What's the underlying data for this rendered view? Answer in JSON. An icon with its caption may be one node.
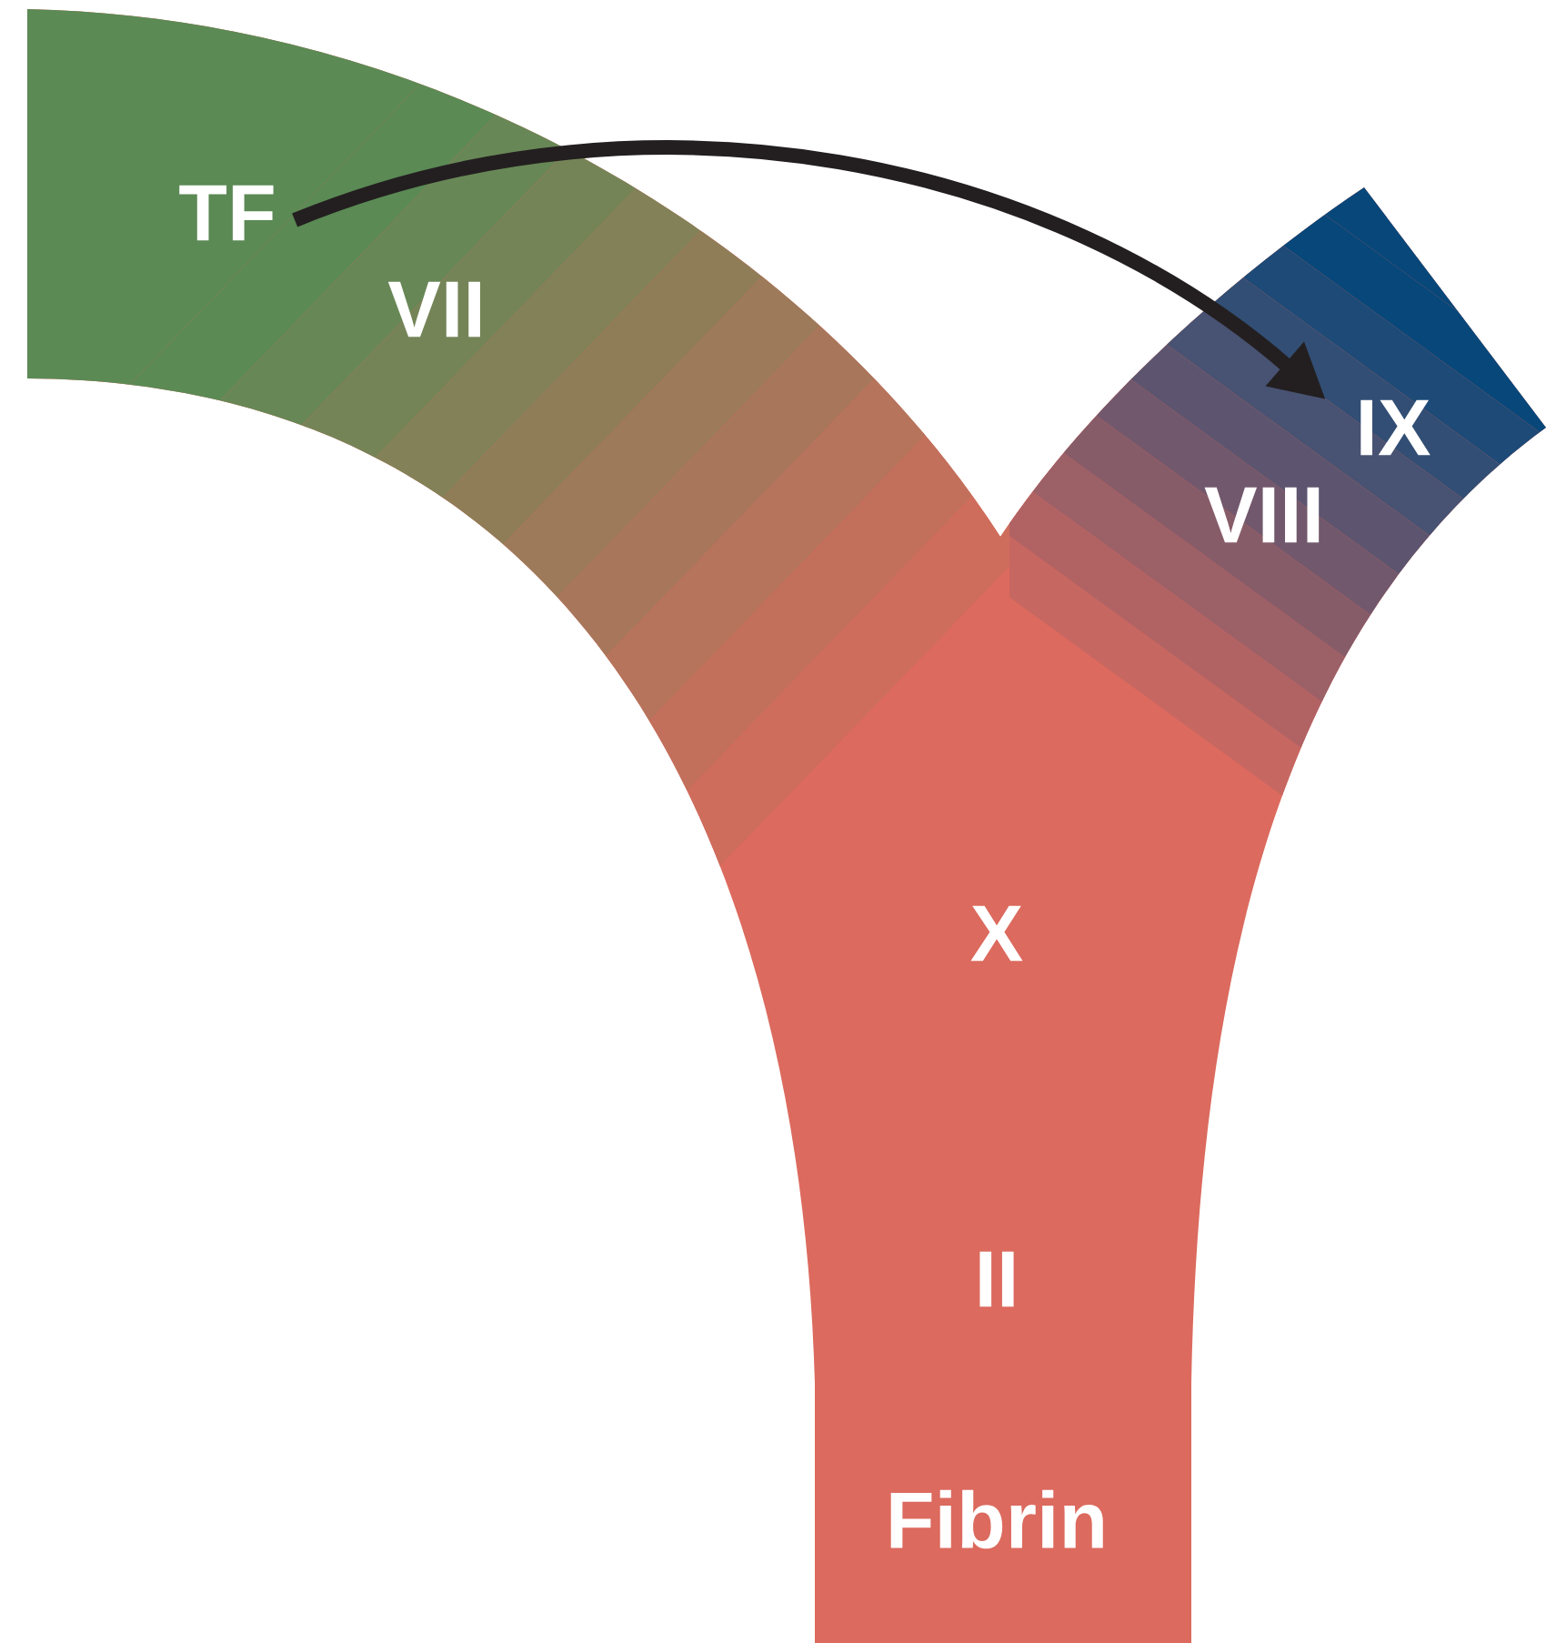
{
  "diagram": {
    "nodes": [
      {
        "text": [
          "TF"
        ]
      },
      {
        "text": [
          "VII"
        ]
      },
      {
        "text": [
          "IX"
        ]
      },
      {
        "text": [
          "VIII"
        ]
      },
      {
        "text": [
          "X"
        ]
      },
      {
        "text": [
          "II"
        ]
      },
      {
        "text": [
          "Fibrin"
        ]
      }
    ],
    "edges": [
      {
        "from": 0,
        "to": 2,
        "arrow": "to"
      }
    ]
  }
}
